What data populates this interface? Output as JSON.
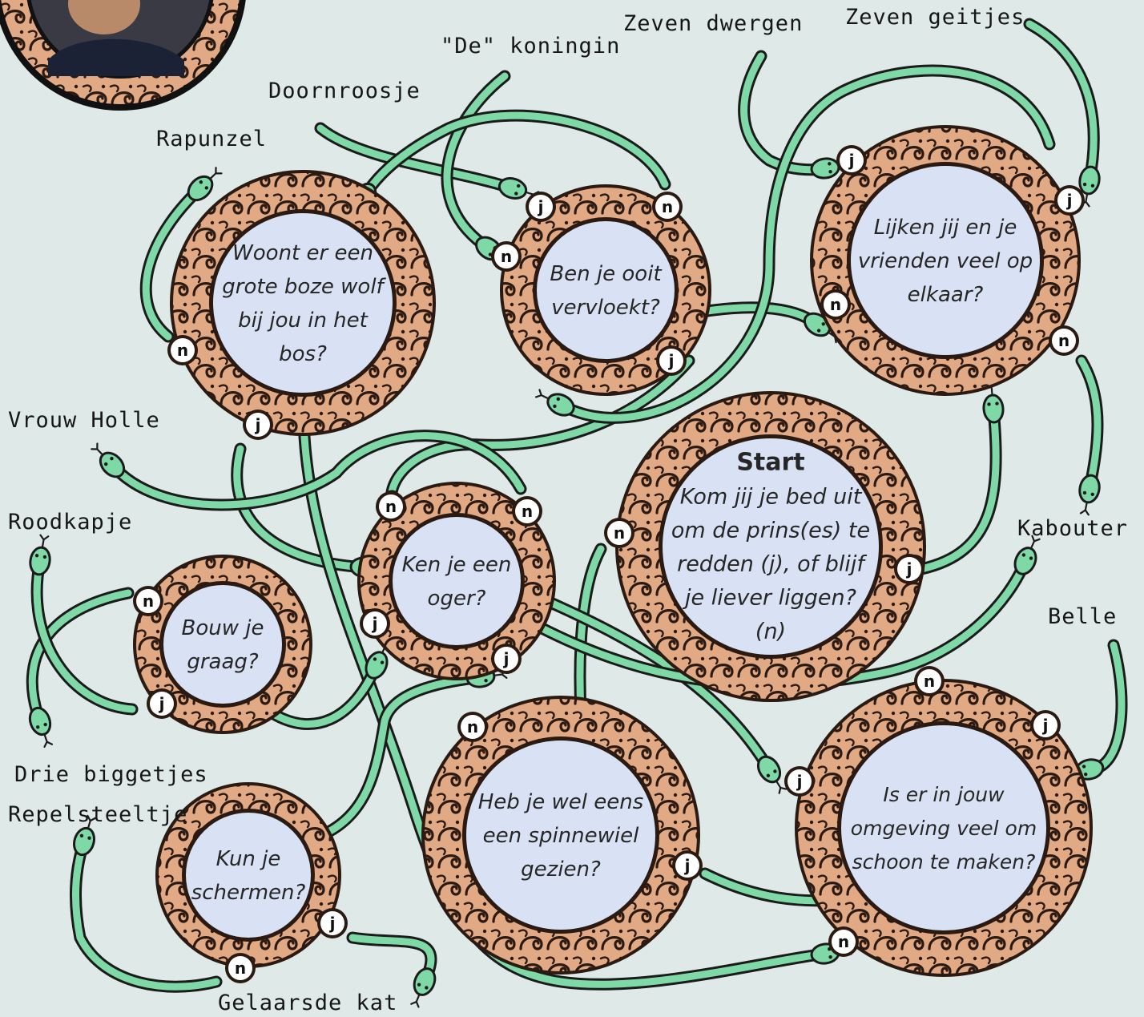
{
  "questions": [
    {
      "id": "wolf",
      "lines": [
        "Woont er een",
        "grote boze wolf",
        "bij jou in het",
        "bos?"
      ]
    },
    {
      "id": "vervloekt",
      "lines": [
        "Ben je ooit",
        "vervloekt?"
      ]
    },
    {
      "id": "vrienden",
      "lines": [
        "Lijken jij en je",
        "vrienden veel op",
        "elkaar?"
      ]
    },
    {
      "id": "start",
      "title": "Start",
      "lines": [
        "Kom jij je bed uit",
        "om de prins(es) te",
        "redden (j), of blijf",
        "je liever liggen?",
        "(n)"
      ]
    },
    {
      "id": "oger",
      "lines": [
        "Ken je een",
        "oger?"
      ]
    },
    {
      "id": "bouw",
      "lines": [
        "Bouw je",
        "graag?"
      ]
    },
    {
      "id": "spinnewiel",
      "lines": [
        "Heb je wel eens",
        "een spinnewiel",
        "gezien?"
      ]
    },
    {
      "id": "schoon",
      "lines": [
        "Is er in jouw",
        "omgeving veel om",
        "schoon te maken?"
      ]
    },
    {
      "id": "schermen",
      "lines": [
        "Kun je",
        "schermen?"
      ]
    }
  ],
  "endings": [
    {
      "id": "zeven-dwergen",
      "label": "Zeven dwergen"
    },
    {
      "id": "zeven-geitjes",
      "label": "Zeven geitjes"
    },
    {
      "id": "koningin",
      "label": "\"De\" koningin"
    },
    {
      "id": "doornroosje",
      "label": "Doornroosje"
    },
    {
      "id": "rapunzel",
      "label": "Rapunzel"
    },
    {
      "id": "vrouw-holle",
      "label": "Vrouw Holle"
    },
    {
      "id": "roodkapje",
      "label": "Roodkapje"
    },
    {
      "id": "kabouter",
      "label": "Kabouter"
    },
    {
      "id": "belle",
      "label": "Belle"
    },
    {
      "id": "drie-biggetjes",
      "label": "Drie biggetjes"
    },
    {
      "id": "repelsteeltje",
      "label": "Repelsteeltje"
    },
    {
      "id": "gelaarsde-kat",
      "label": "Gelaarsde kat"
    }
  ],
  "answers": {
    "yes": "j",
    "no": "n"
  },
  "colors": {
    "background": "#dfe9e8",
    "ring": "#e2a985",
    "ornament": "#2b1a12",
    "question_fill": "#d9e2f4",
    "snake": "#7fd9a6",
    "snake_outline": "#1b1b1b",
    "badge_fill": "#ffffff"
  }
}
